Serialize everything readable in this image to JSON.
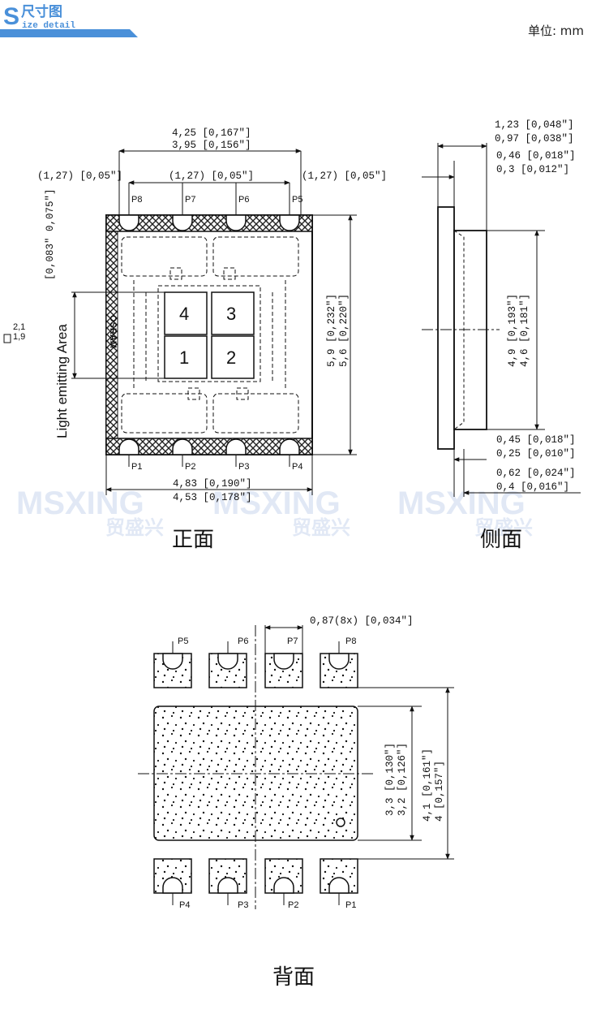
{
  "header": {
    "logo_letter": "S",
    "logo_title": "尺寸图",
    "logo_rest": "ize detail",
    "unit": "单位: mm",
    "logo_color": "#4a90d9"
  },
  "watermark": {
    "brand": "MSXING",
    "brand_cn": "贸盛兴",
    "color": "#c9d7ee"
  },
  "front_view": {
    "caption": "正面",
    "brand_text": "OSRAM",
    "pins_top": [
      "P8",
      "P7",
      "P6",
      "P5"
    ],
    "pins_bottom": [
      "P1",
      "P2",
      "P3",
      "P4"
    ],
    "chips": [
      "4",
      "3",
      "1",
      "2"
    ],
    "pitch_left": "(1,27) [0,05\"]",
    "pitch_mid": "(1,27) [0,05\"]",
    "pitch_right": "(1,27) [0,05\"]",
    "top_width_max": "4,25 [0,167\"]",
    "top_width_min": "3,95 [0,156\"]",
    "bottom_width_a": "4,83 [0,190\"]",
    "bottom_width_b": "4,53 [0,178\"]",
    "height_max": "5,9 [0,232\"]",
    "height_min": "5,6 [0,220\"]",
    "emit_label": "Light emitting Area",
    "emit_inch": "[0,083\" 0,075\"]",
    "emit_mm_a": "2,1",
    "emit_mm_b": "1,9"
  },
  "side_view": {
    "caption": "侧面",
    "d1a": "1,23 [0,048\"]",
    "d1b": "0,97 [0,038\"]",
    "d2a": "0,46 [0,018\"]",
    "d2b": "0,3 [0,012\"]",
    "height_a": "4,9 [0,193\"]",
    "height_b": "4,6 [0,181\"]",
    "d3a": "0,45 [0,018\"]",
    "d3b": "0,25 [0,010\"]",
    "d4a": "0,62 [0,024\"]",
    "d4b": "0,4 [0,016\"]"
  },
  "back_view": {
    "caption": "背面",
    "pins_top": [
      "P5",
      "P6",
      "P7",
      "P8"
    ],
    "pins_bottom": [
      "P4",
      "P3",
      "P2",
      "P1"
    ],
    "pad_width": "0,87(8x) [0,034\"]",
    "inner_a": "3,3 [0,130\"]",
    "inner_b": "3,2 [0,126\"]",
    "outer_a": "4,1 [0,161\"]",
    "outer_b": "4 [0,157\"]"
  }
}
